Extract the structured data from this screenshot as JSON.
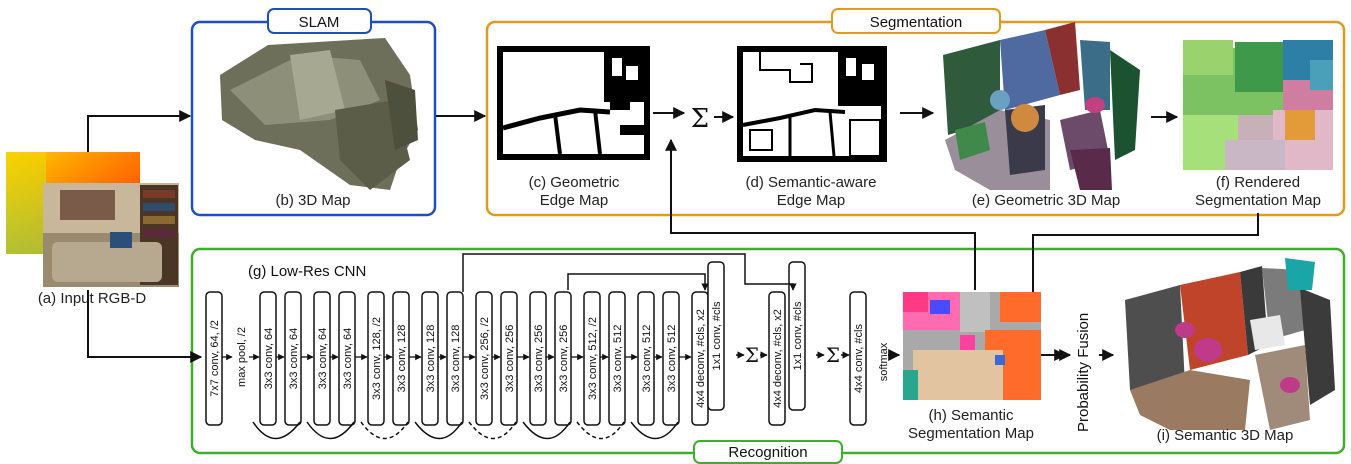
{
  "sections": {
    "slam": "SLAM",
    "segmentation": "Segmentation",
    "recognition": "Recognition"
  },
  "captions": {
    "a": "(a) Input RGB-D",
    "b": "(b) 3D Map",
    "c1": "(c) Geometric",
    "c2": "Edge Map",
    "d1": "(d) Semantic-aware",
    "d2": "Edge Map",
    "e": "(e) Geometric 3D Map",
    "f1": "(f) Rendered",
    "f2": "Segmentation Map",
    "g": "(g) Low-Res CNN",
    "h1": "(h) Semantic",
    "h2": "Segmentation Map",
    "i": "(i) Semantic 3D Map"
  },
  "fusion_label": "Probability Fusion",
  "sum_symbol": "Σ",
  "layers": [
    "7x7 conv, 64, /2",
    "max pool, /2",
    "3x3 conv, 64",
    "3x3 conv, 64",
    "3x3 conv, 64",
    "3x3 conv, 64",
    "3x3 conv, 128, /2",
    "3x3 conv, 128",
    "3x3 conv, 128",
    "3x3 conv, 128",
    "3x3 conv, 256, /2",
    "3x3 conv, 256",
    "3x3 conv, 256",
    "3x3 conv, 256",
    "3x3 conv, 512, /2",
    "3x3 conv, 512",
    "3x3 conv, 512",
    "3x3 conv, 512",
    "4x4 deconv, #cls, x2",
    "1x1 conv, #cls",
    "4x4 deconv, #cls, x2",
    "1x1 conv, #cls",
    "4x4 conv, #cls",
    "softmax"
  ],
  "colors": {
    "slam": "#1f4fbf",
    "segmentation": "#e09a1e",
    "recognition": "#3fae2a"
  }
}
